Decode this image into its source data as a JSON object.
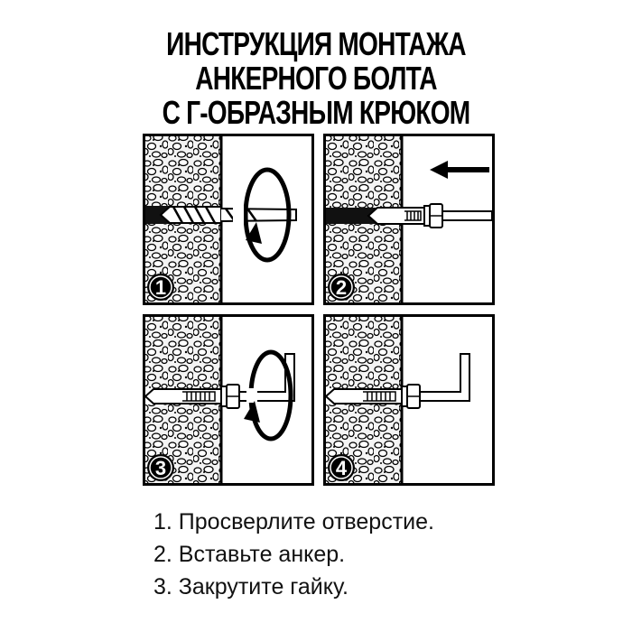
{
  "title": {
    "line1": "ИНСТРУКЦИЯ МОНТАЖА",
    "line2": "АНКЕРНОГО БОЛТА",
    "line3": "С Г-ОБРАЗНЫМ КРЮКОМ"
  },
  "panels": [
    {
      "number": "1",
      "icon": "drill-icon"
    },
    {
      "number": "2",
      "icon": "insert-anchor-icon"
    },
    {
      "number": "3",
      "icon": "tighten-nut-icon"
    },
    {
      "number": "4",
      "icon": "installed-hook-icon"
    }
  ],
  "steps": [
    "1. Просверлите отверстие.",
    "2. Вставьте анкер.",
    "3. Закрутите гайку."
  ]
}
